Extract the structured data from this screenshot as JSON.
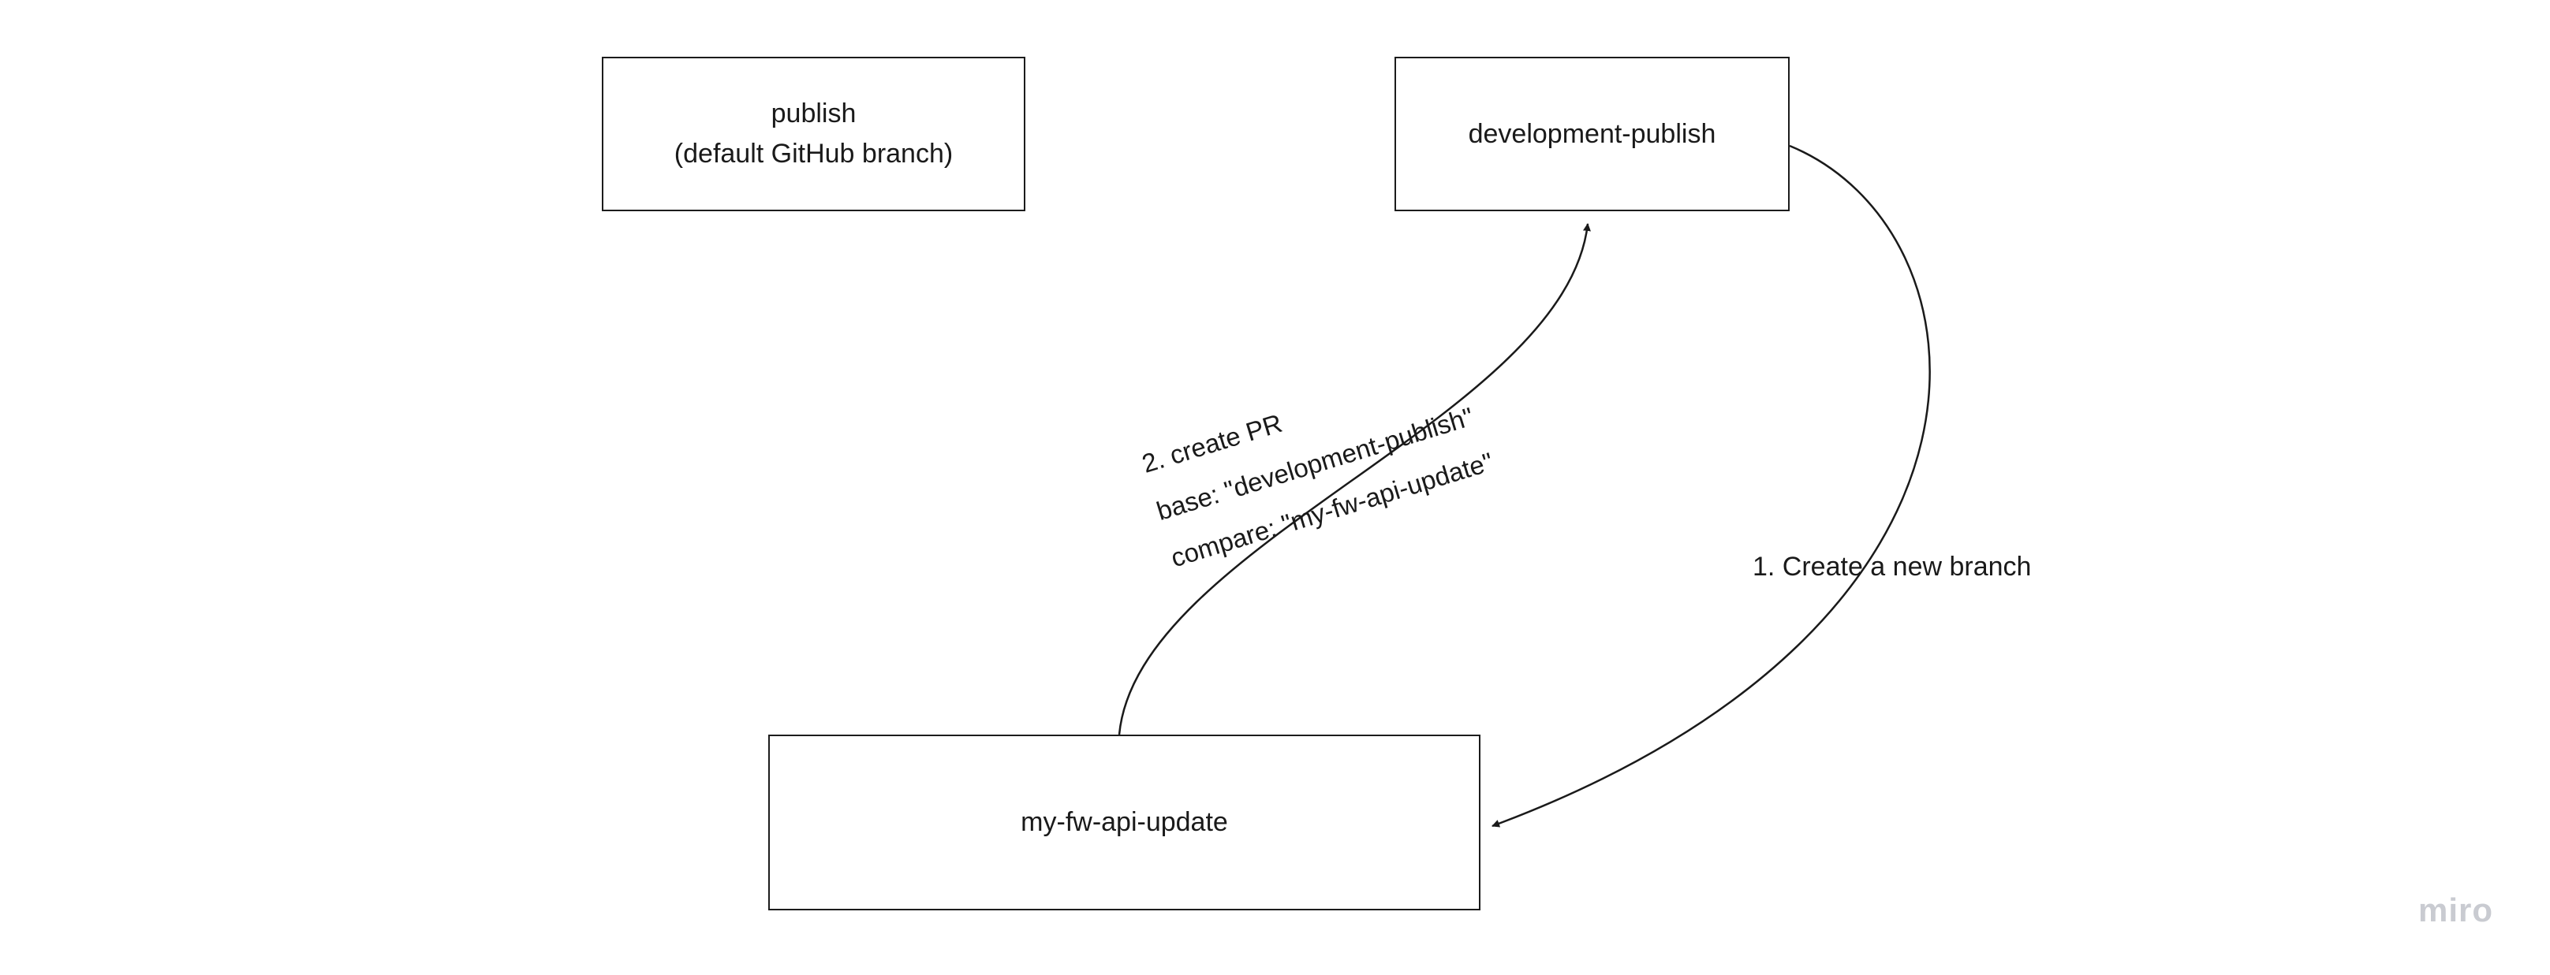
{
  "canvas": {
    "background": "#ffffff"
  },
  "colors": {
    "stroke": "#1a1a1a",
    "text": "#1a1a1a",
    "node_border": "#1c1c1c",
    "watermark": "#c9cbd1"
  },
  "nodes": {
    "publish": {
      "line1": "publish",
      "line2": "(default GitHub branch)"
    },
    "development_publish": {
      "label": "development-publish"
    },
    "my_fw_api_update": {
      "label": "my-fw-api-update"
    }
  },
  "connectors": {
    "create_branch": {
      "label": "1. Create a new branch",
      "from": "development-publish",
      "to": "my-fw-api-update"
    },
    "create_pr": {
      "line1": "2. create PR",
      "line2": "base: \"development-publish\"",
      "line3": "compare: \"my-fw-api-update\"",
      "from": "my-fw-api-update",
      "to": "development-publish"
    }
  },
  "watermark": {
    "label": "miro"
  }
}
